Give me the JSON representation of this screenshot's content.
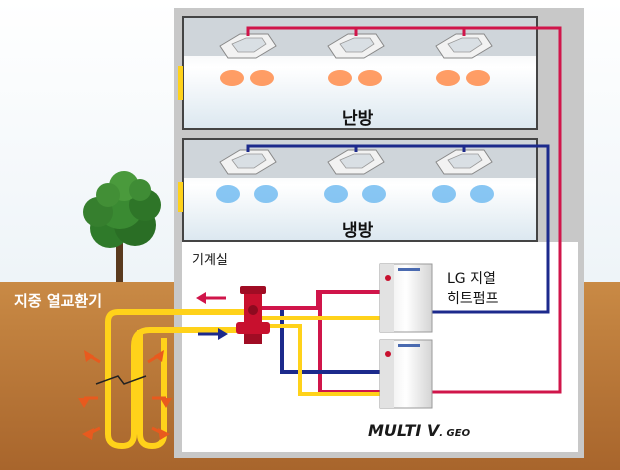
{
  "labels": {
    "heating": "난방",
    "cooling": "냉방",
    "machine_room": "기계실",
    "heat_pump_line1": "LG 지열",
    "heat_pump_line2": "히트펌프",
    "ground_heat_exchanger": "지중 열교환기"
  },
  "brand": {
    "name": "MULTI V",
    "suffix": ". GEO"
  },
  "colors": {
    "hot_pipe": "#d0154a",
    "cold_pipe": "#1c2a8c",
    "ground_loop": "#ffd21a",
    "soil": "#c07a3a",
    "building": "#c8c8c8",
    "heat_arrow": "#e85a1e",
    "warm_flow": "#ff8c4a",
    "cool_flow": "#6ab8f0"
  }
}
